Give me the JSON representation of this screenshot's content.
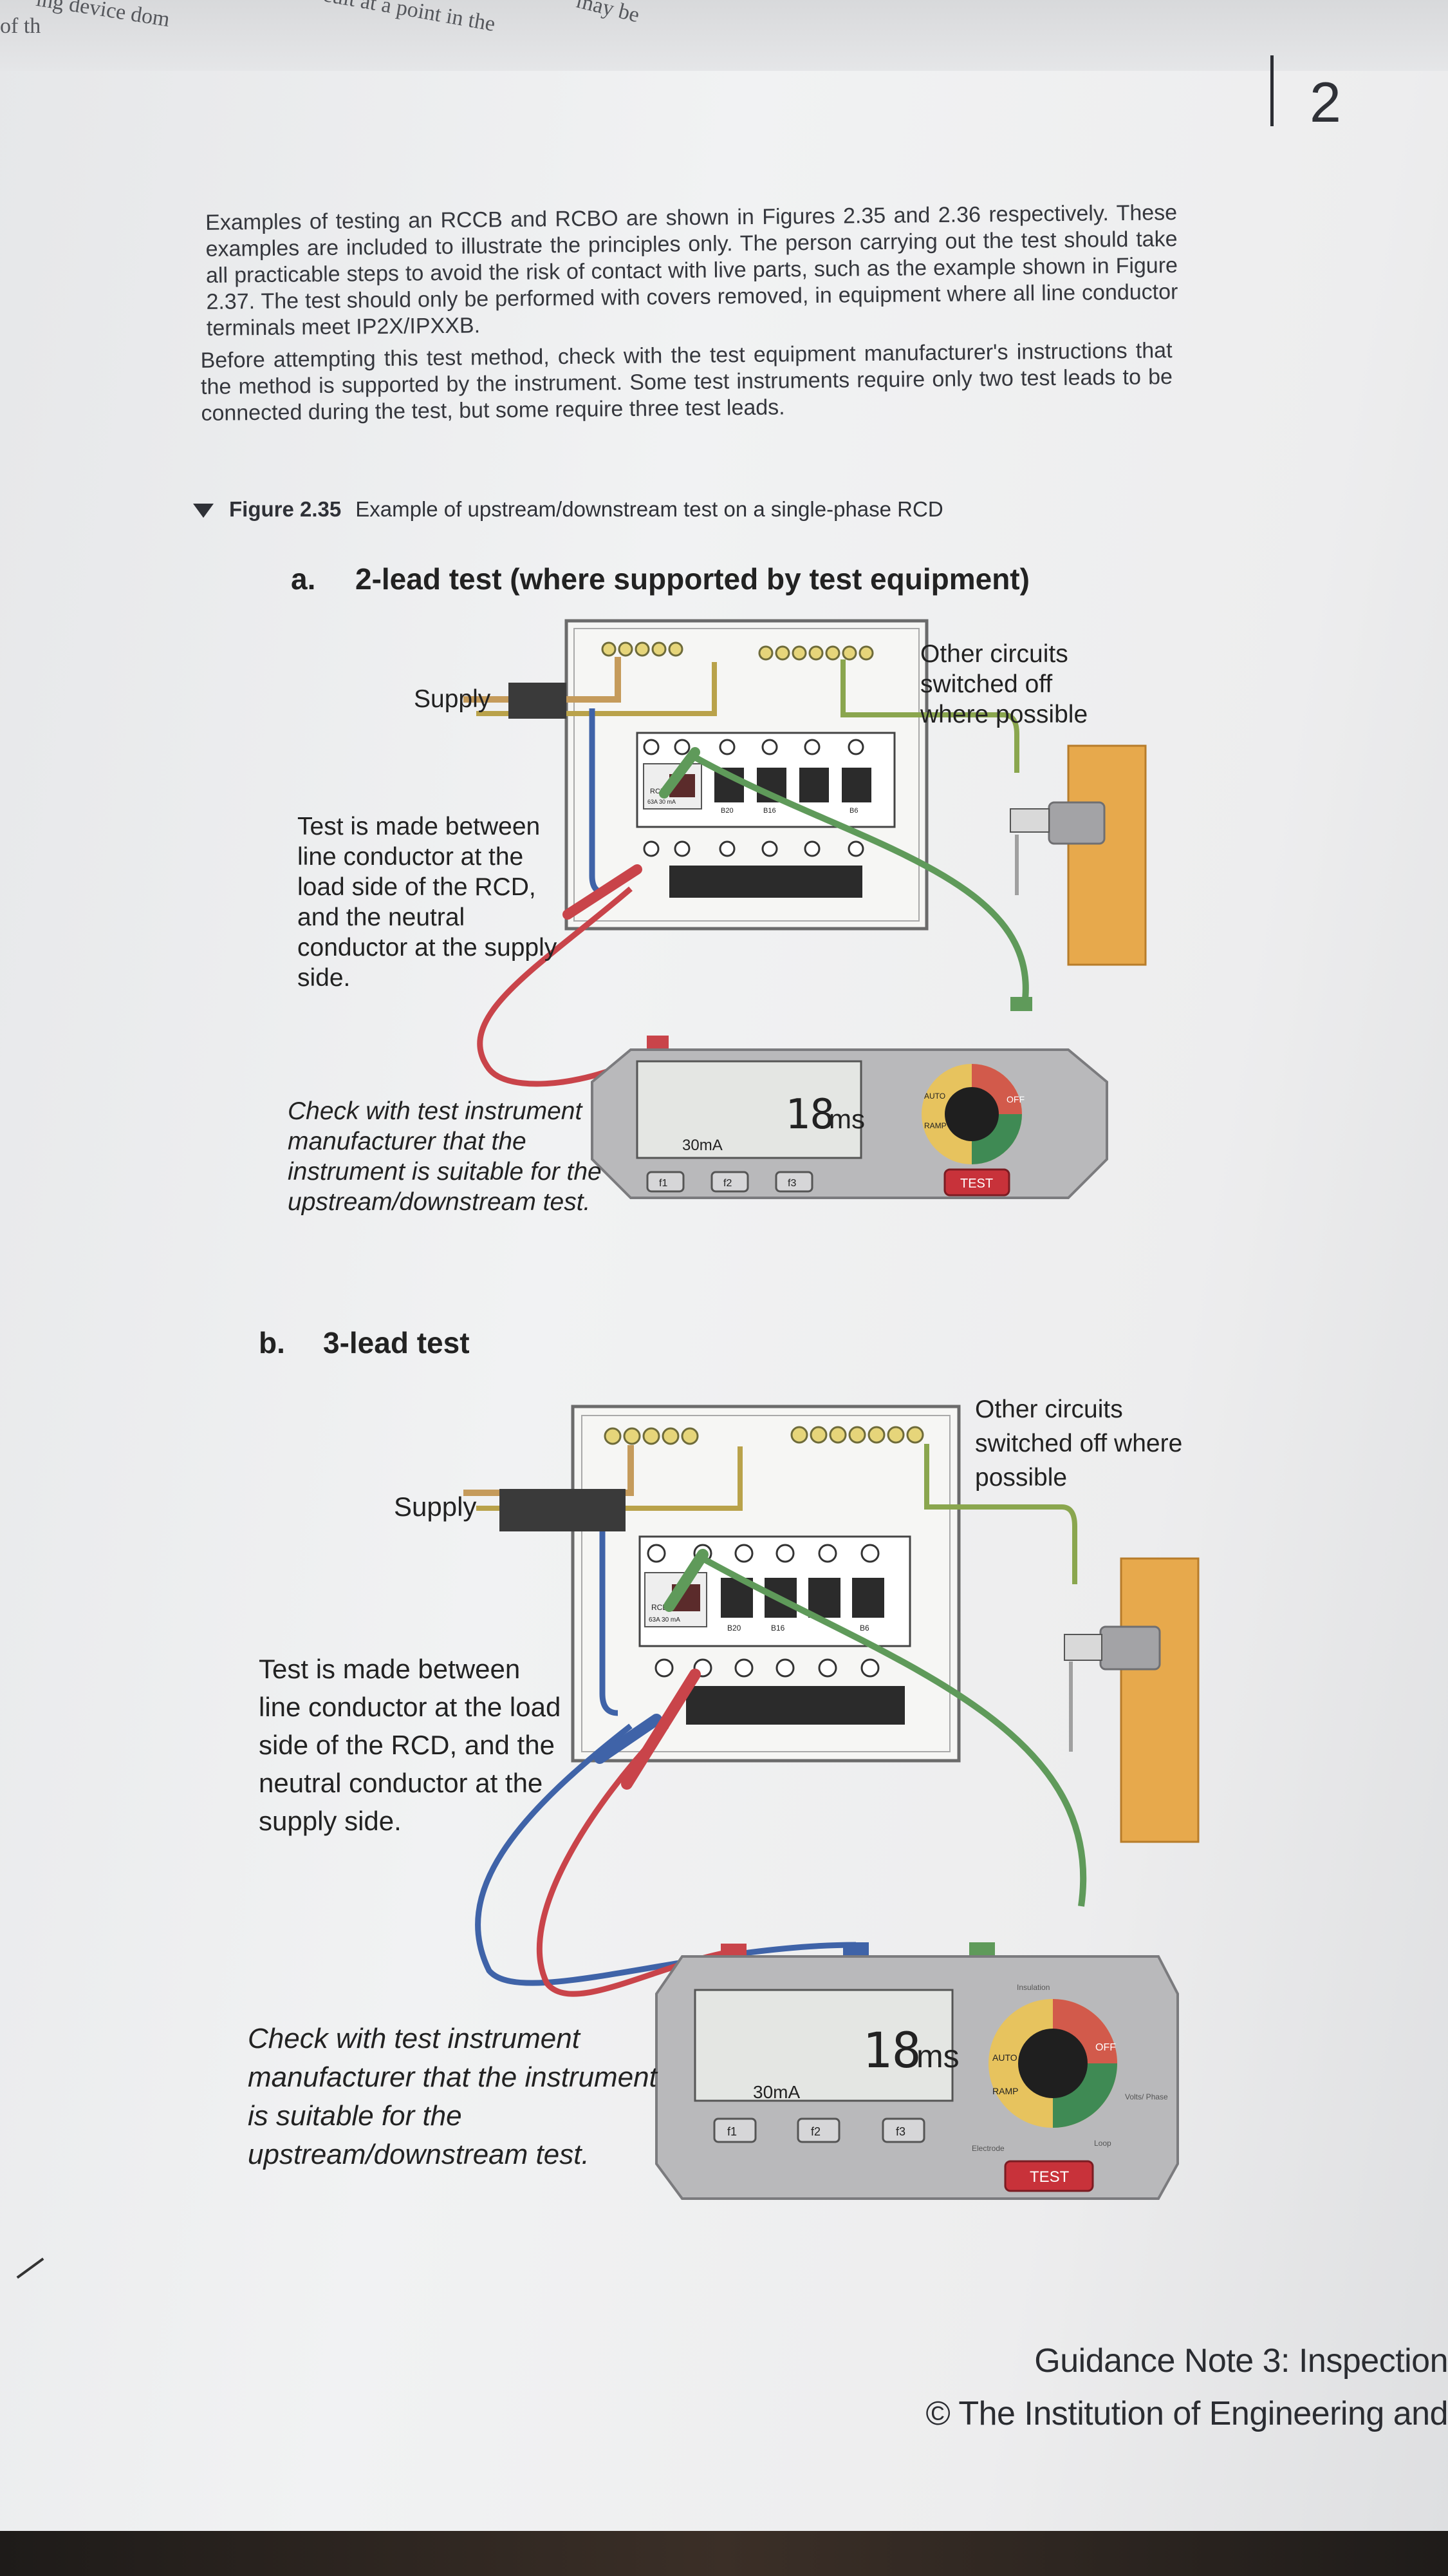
{
  "header": {
    "prev_page_lines": [
      "ing device dom",
      "of th",
      "cuit at a point in the",
      "may be"
    ],
    "chapter_number": "2"
  },
  "body": {
    "paragraph_1": "Examples of testing an RCCB and RCBO are shown in Figures 2.35 and 2.36 respectively. These examples are included to illustrate the principles only. The person carrying out the test should take all practicable steps to avoid the risk of contact with live parts, such as the example shown in Figure 2.37. The test should only be performed with covers removed, in equipment where all line conductor terminals meet IP2X/IPXXB.",
    "paragraph_2": "Before attempting this test method, check with the test equipment manufacturer's instructions that the method is supported by the instrument. Some test instruments require only two test leads to be connected during the test, but some require three test leads."
  },
  "figure": {
    "number": "Figure 2.35",
    "title": "Example of upstream/downstream test on a single-phase RCD"
  },
  "diagram_a": {
    "letter": "a.",
    "heading": "2-lead test (where supported by test equipment)",
    "supply_label": "Supply",
    "other_circuits": "Other circuits switched off where possible",
    "test_note": "Test is made between line conductor at the load side of the RCD, and the neutral conductor at the supply side.",
    "check_note": "Check with test instrument manufacturer that the instrument is suitable for the upstream/downstream test."
  },
  "diagram_b": {
    "letter": "b.",
    "heading": "3-lead test",
    "supply_label": "Supply",
    "other_circuits": "Other circuits switched off where possible",
    "test_note": "Test is made between line conductor at the load side of the RCD, and the neutral conductor at the supply side.",
    "check_note": "Check with test instrument manufacturer that the instrument is suitable for the upstream/downstream test."
  },
  "instrument": {
    "reading": "18",
    "unit": "ms",
    "current": "30mA",
    "buttons": [
      "f1",
      "f2",
      "f3"
    ],
    "test_button": "TEST",
    "dial_off": "OFF",
    "dial_auto": "AUTO",
    "dial_ramp": "RAMP",
    "dial_volts": "Volts/ Phase",
    "dial_loop": "Loop",
    "dial_electrode": "Electrode",
    "dial_insulation": "Insulation"
  },
  "board": {
    "rcd_label": "RCD",
    "rcd_rating": "63A 30 mA",
    "breaker_ratings": [
      "B20",
      "B16",
      "B6"
    ]
  },
  "footer": {
    "line_1": "Guidance Note 3: Inspection",
    "line_2": "© The Institution of Engineering and"
  },
  "colors": {
    "line_lead": "#c9444a",
    "neutral_lead": "#3f63a8",
    "earth_lead": "#5f9a5a",
    "supply_cable": "#3a3a3a",
    "test_button": "#c8323a",
    "pipe": "#e7a94c"
  }
}
